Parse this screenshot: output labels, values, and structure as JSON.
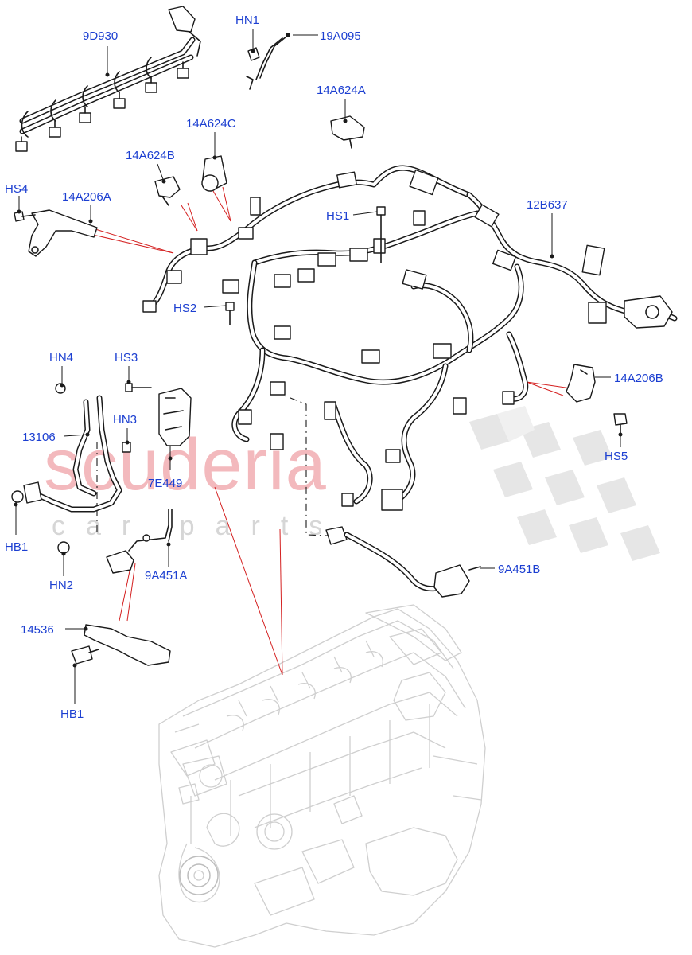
{
  "diagram": {
    "callouts": [
      {
        "id": "9D930",
        "text": "9D930"
      },
      {
        "id": "HN1",
        "text": "HN1"
      },
      {
        "id": "19A095",
        "text": "19A095"
      },
      {
        "id": "14A624A",
        "text": "14A624A"
      },
      {
        "id": "14A624C",
        "text": "14A624C"
      },
      {
        "id": "14A624B",
        "text": "14A624B"
      },
      {
        "id": "HS4",
        "text": "HS4"
      },
      {
        "id": "14A206A",
        "text": "14A206A"
      },
      {
        "id": "12B637",
        "text": "12B637"
      },
      {
        "id": "HS1",
        "text": "HS1"
      },
      {
        "id": "HS2",
        "text": "HS2"
      },
      {
        "id": "HN4",
        "text": "HN4"
      },
      {
        "id": "HS3",
        "text": "HS3"
      },
      {
        "id": "HN3",
        "text": "HN3"
      },
      {
        "id": "13106",
        "text": "13106"
      },
      {
        "id": "7E449",
        "text": "7E449"
      },
      {
        "id": "14A206B",
        "text": "14A206B"
      },
      {
        "id": "HS5",
        "text": "HS5"
      },
      {
        "id": "HB1_upper",
        "text": "HB1"
      },
      {
        "id": "HN2",
        "text": "HN2"
      },
      {
        "id": "9A451A",
        "text": "9A451A"
      },
      {
        "id": "9A451B",
        "text": "9A451B"
      },
      {
        "id": "14536",
        "text": "14536"
      },
      {
        "id": "HB1_lower",
        "text": "HB1"
      }
    ]
  },
  "watermark": {
    "main": "scuderia",
    "sub": "car parts"
  },
  "colors": {
    "label": "#1c3fd1",
    "leader_red": "#d42020",
    "watermark_red": "#f3b9bd",
    "engine_line": "#cfcfcf"
  }
}
